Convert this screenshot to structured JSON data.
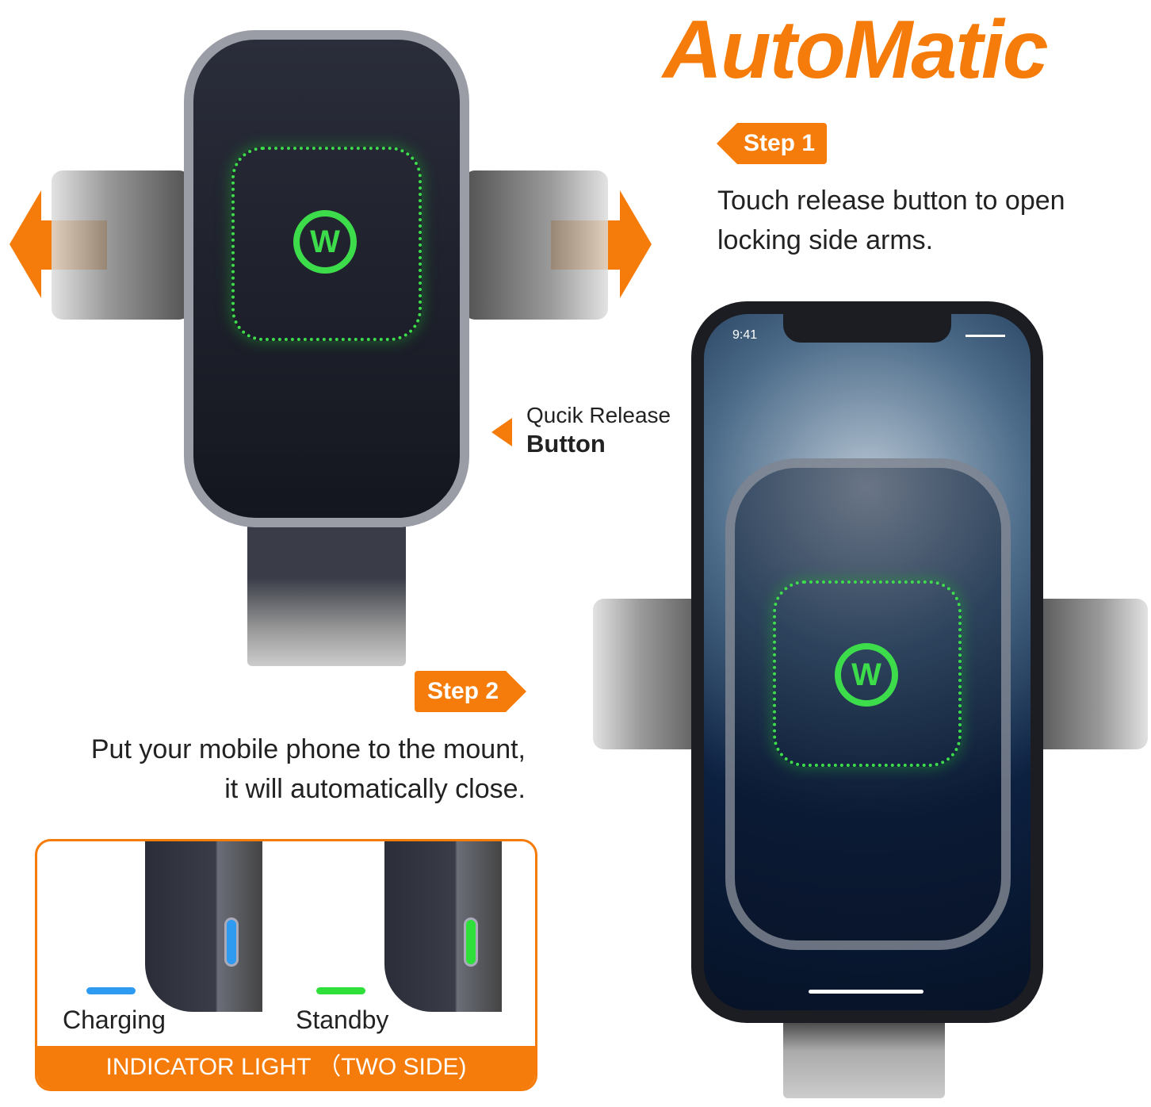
{
  "title": "AutoMatic",
  "step1": {
    "badge": "Step 1",
    "line1": "Touch release button to open",
    "line2": "locking side arms."
  },
  "quick_release": {
    "line1": "Qucik Release",
    "line2": "Button"
  },
  "step2": {
    "badge": "Step 2",
    "line1": "Put your mobile phone to the mount,",
    "line2": "it will automatically close."
  },
  "indicator": {
    "charging": {
      "label": "Charging",
      "color": "#2f9bf0"
    },
    "standby": {
      "label": "Standby",
      "color": "#2fe03a"
    },
    "banner": "INDICATOR LIGHT （TWO SIDE)"
  },
  "phone": {
    "time": "9:41"
  },
  "logo_letter": "W",
  "colors": {
    "accent": "#f57c0a",
    "pad_glow": "#3ddc4a"
  }
}
